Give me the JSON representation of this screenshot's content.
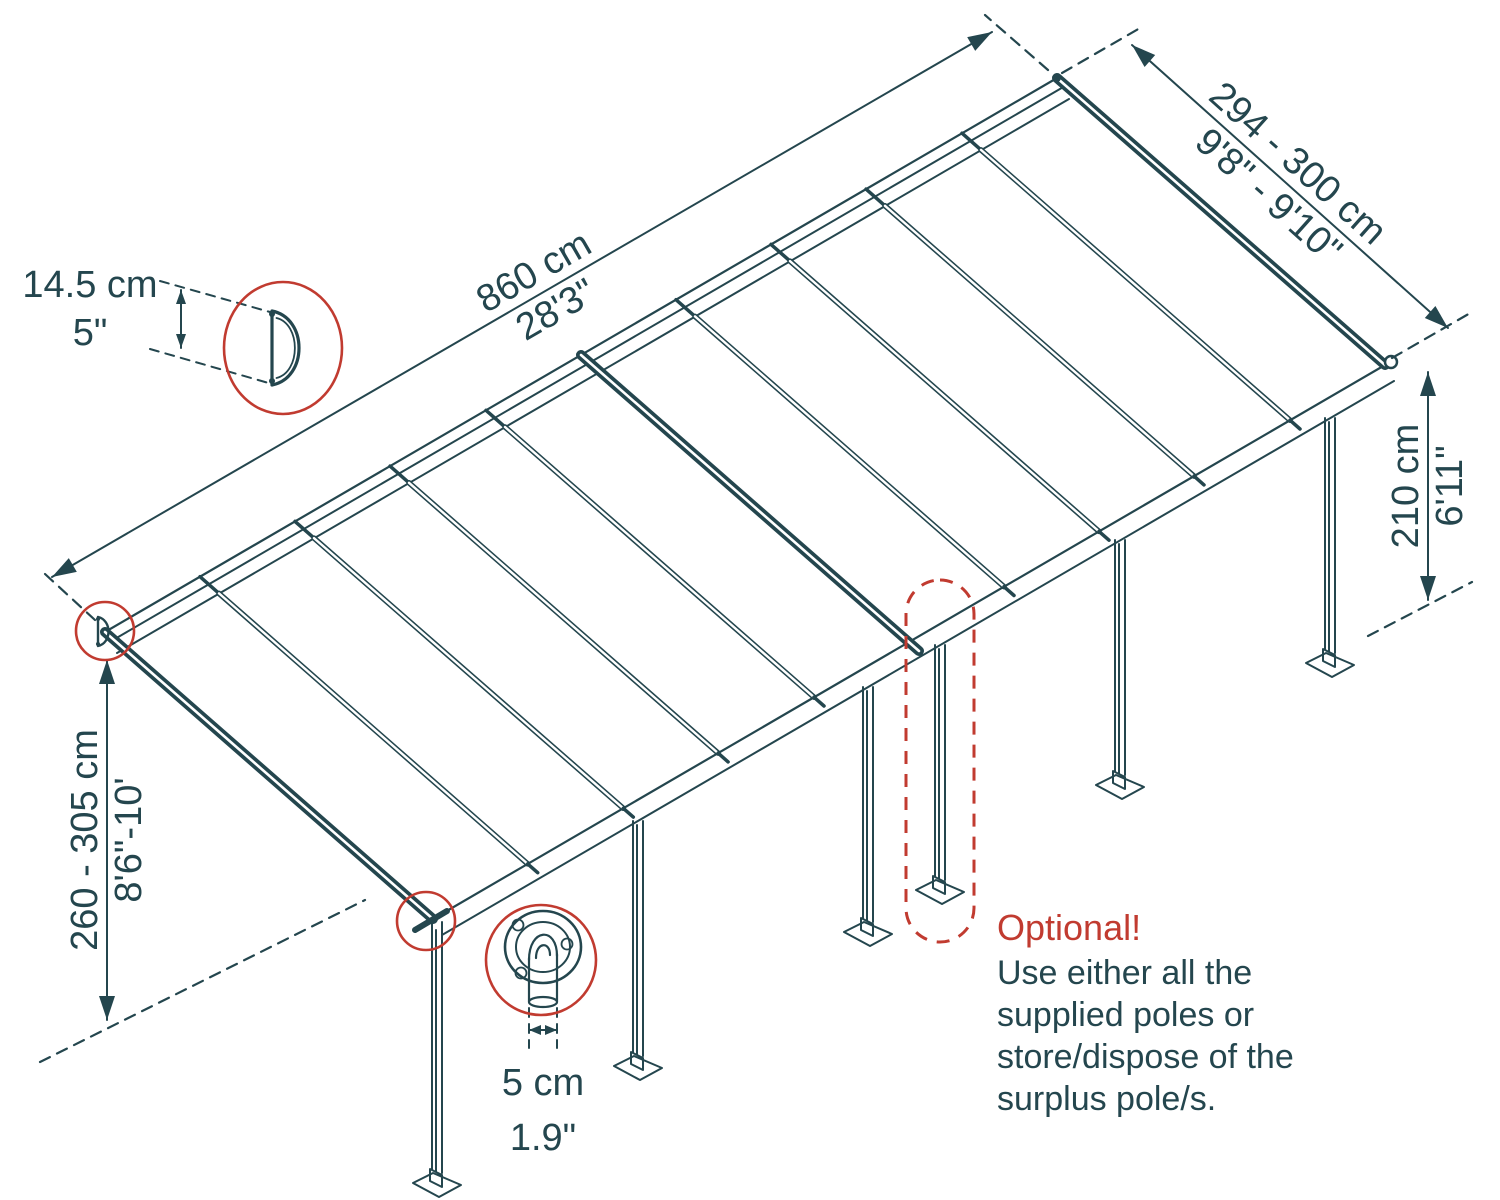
{
  "diagram": {
    "colors": {
      "line": "#24464e",
      "red": "#c13b30",
      "background": "#ffffff"
    },
    "dims": {
      "length": {
        "metric": "860 cm",
        "imperial": "28'3\""
      },
      "depth": {
        "metric": "294 - 300 cm",
        "imperial": "9'8\" - 9'10\""
      },
      "post_height": {
        "metric": "210 cm",
        "imperial": "6'11\""
      },
      "wall_height": {
        "metric": "260 - 305 cm",
        "imperial": "8'6\"-10'"
      },
      "profile_height": {
        "metric": "14.5 cm",
        "imperial": "5\""
      },
      "pole_diameter": {
        "metric": "5 cm",
        "imperial": "1.9\""
      }
    },
    "note": {
      "title": "Optional!",
      "lines": [
        "Use either all the",
        "supplied poles or",
        "store/dispose of the",
        "surplus pole/s."
      ]
    }
  }
}
